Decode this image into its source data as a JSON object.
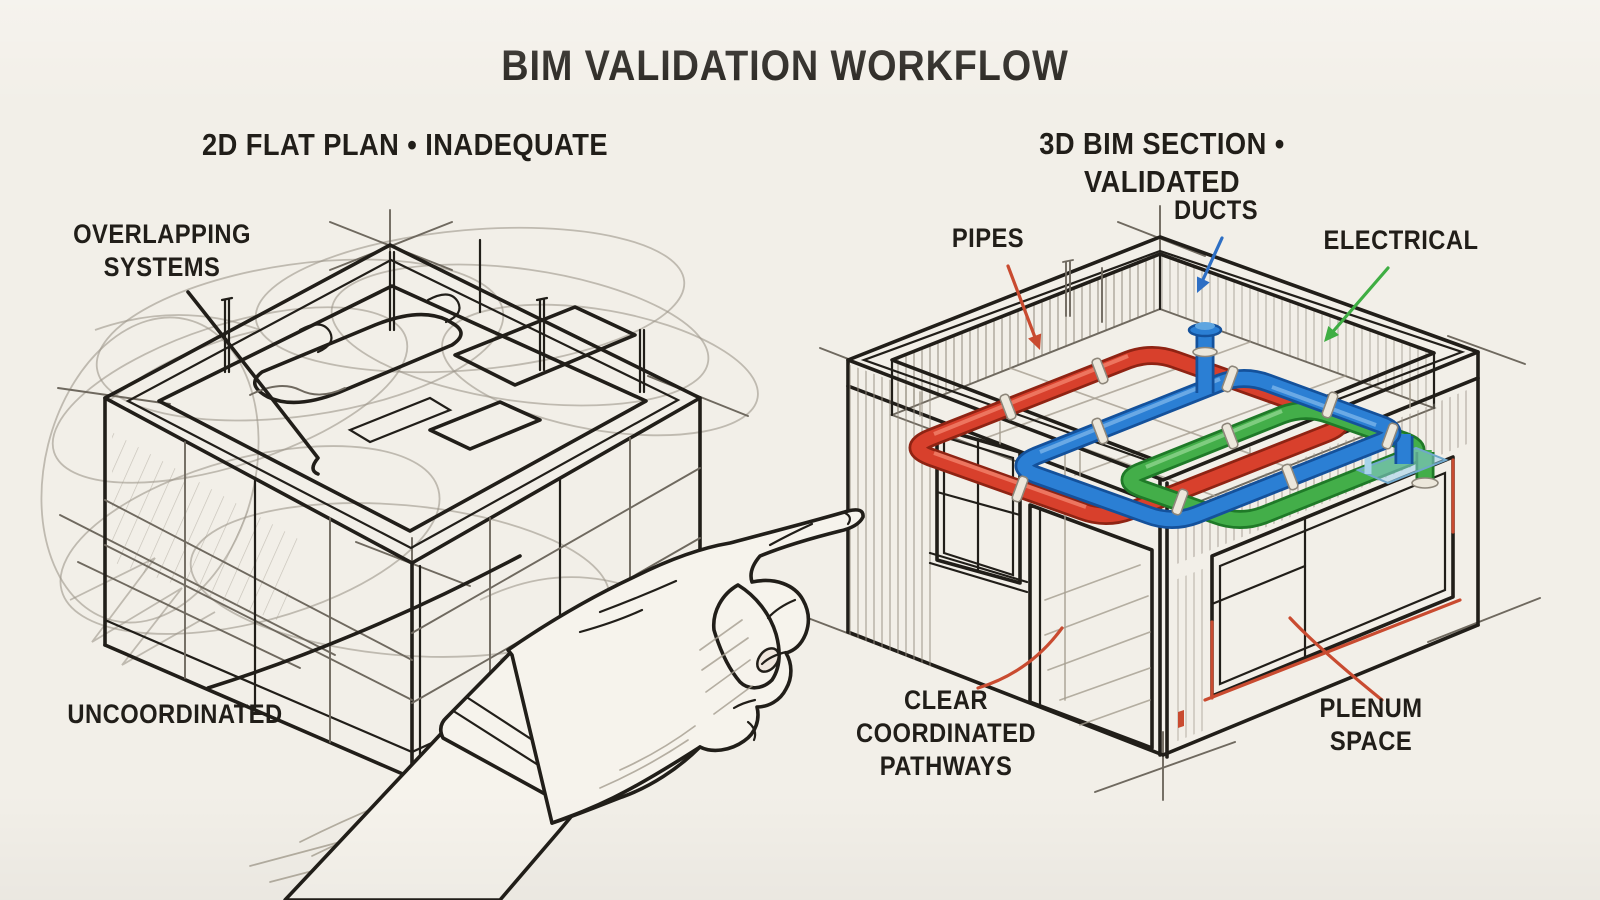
{
  "title": "BIM VALIDATION WORKFLOW",
  "panels": {
    "left": {
      "subtitle": "2D FLAT PLAN • INADEQUATE",
      "callouts": {
        "overlapping": "OVERLAPPING\nSYSTEMS",
        "uncoordinated": "UNCOORDINATED"
      }
    },
    "right": {
      "subtitle": "3D BIM SECTION • VALIDATED",
      "callouts": {
        "pipes": "PIPES",
        "ducts": "DUCTS",
        "electrical": "ELECTRICAL",
        "pathways": "CLEAR\nCOORDINATED\nPATHWAYS",
        "plenum": "PLENUM\nSPACE"
      }
    }
  },
  "colors": {
    "paper": "#f2efe8",
    "ink": "#211e19",
    "pencil": "#6f695f",
    "pencil_light": "#a59e90",
    "pipe_red": "#d8402c",
    "pipe_red_dark": "#8f2313",
    "duct_blue": "#2b7fd4",
    "duct_blue_dark": "#14519b",
    "elec_green": "#43ae49",
    "elec_green_dark": "#1f7a28",
    "accent_red": "#c94b30",
    "flange": "#ece7db"
  }
}
